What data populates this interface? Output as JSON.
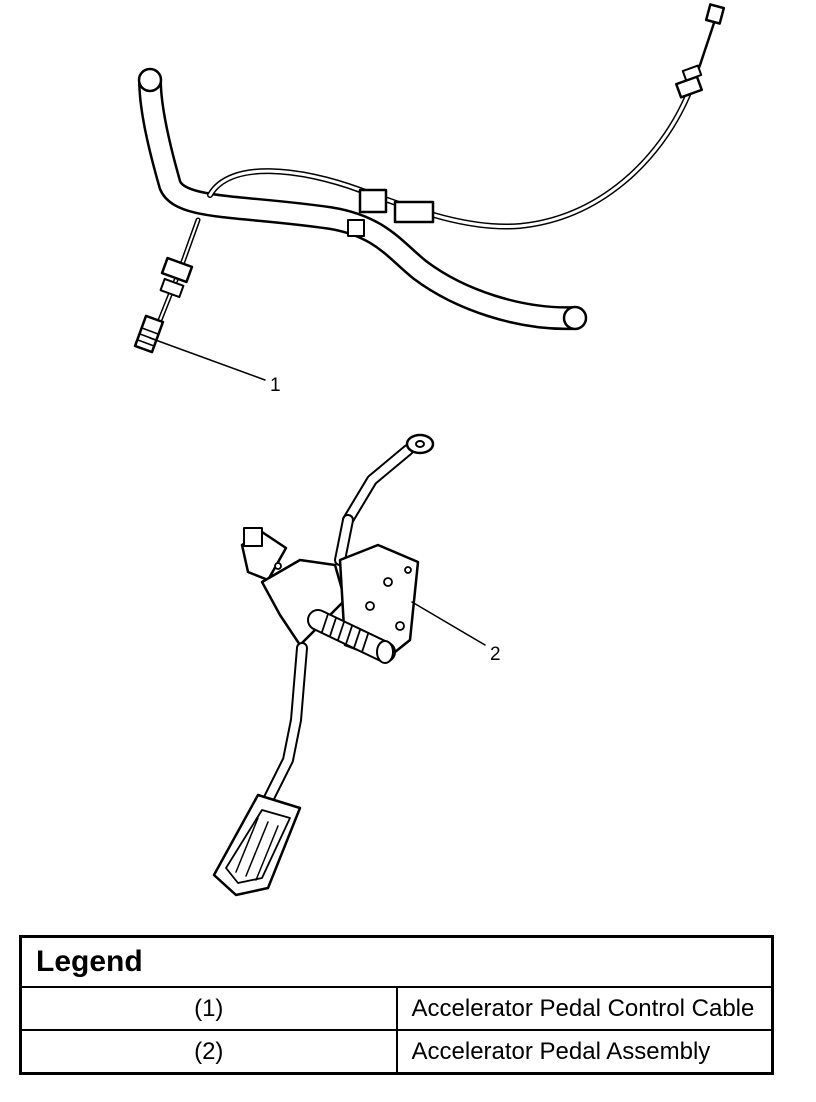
{
  "callouts": [
    {
      "label": "1"
    },
    {
      "label": "2"
    }
  ],
  "legend": {
    "title": "Legend",
    "rows": [
      {
        "number": "(1)",
        "description": "Accelerator Pedal Control Cable"
      },
      {
        "number": "(2)",
        "description": "Accelerator Pedal Assembly"
      }
    ]
  }
}
